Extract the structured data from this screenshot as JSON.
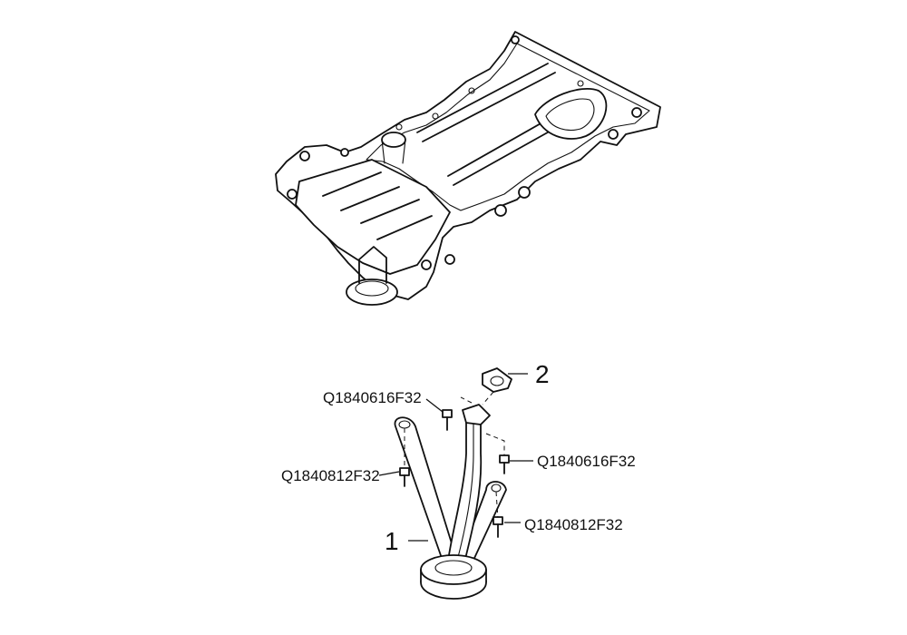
{
  "callouts": {
    "item_1": "1",
    "item_2": "2"
  },
  "part_codes": {
    "bolt_upper_left": "Q1840616F32",
    "bolt_right_upper": "Q1840616F32",
    "bolt_left_middle": "Q1840812F32",
    "bolt_right_lower": "Q1840812F32"
  },
  "colors": {
    "line": "#111111",
    "background": "#ffffff"
  }
}
